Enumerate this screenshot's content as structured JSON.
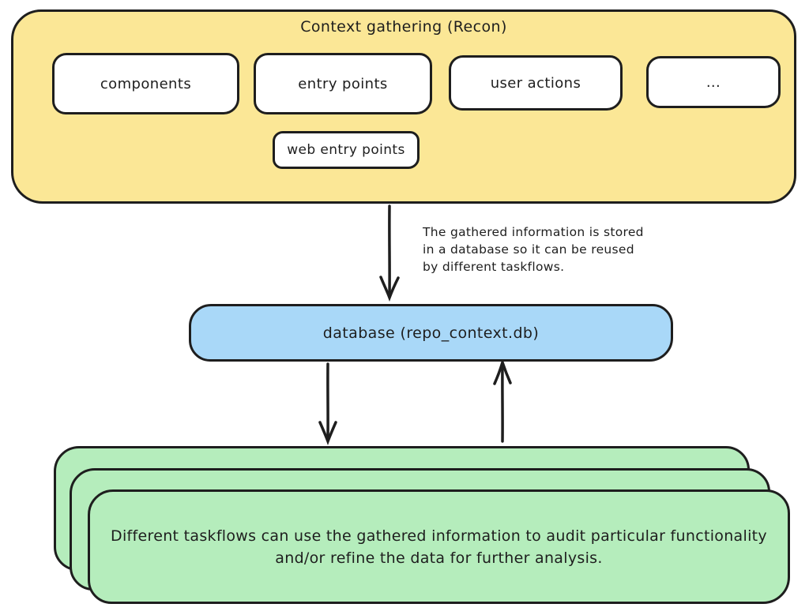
{
  "colors": {
    "ink": "#1e1e1e",
    "recon_fill": "#fbe796",
    "chip_fill": "#ffffff",
    "database_fill": "#a9d8f8",
    "taskflow_fill": "#b5edbc"
  },
  "recon": {
    "title": "Context gathering (Recon)",
    "items": [
      "components",
      "entry points",
      "user actions",
      "..."
    ],
    "sub_item": "web entry points"
  },
  "annotation": {
    "lines": [
      "The gathered information is stored",
      "in a database so it can be reused",
      "by different taskflows."
    ]
  },
  "database": {
    "label": "database (repo_context.db)"
  },
  "taskflows": {
    "lines": [
      "Different taskflows can use the gathered information to audit particular functionality",
      "and/or refine the data for further analysis."
    ]
  }
}
